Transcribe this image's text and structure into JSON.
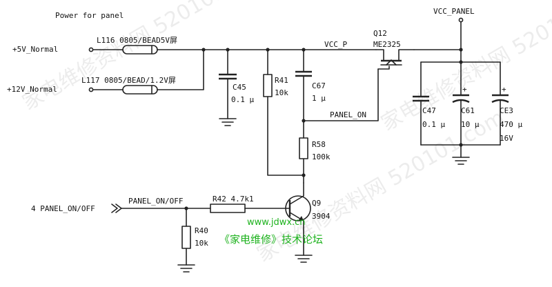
{
  "title": "Power for panel",
  "nets": {
    "vcc_panel": "VCC_PANEL",
    "vcc_p": "VCC_P",
    "panel_on": "PANEL_ON",
    "in_5v": "+5V_Normal",
    "in_12v": "+12V_Normal",
    "panel_on_off": "PANEL_ON/OFF",
    "port": "4 PANEL_ON/OFF"
  },
  "components": {
    "l116": "L116 0805/BEAD5V屏",
    "l117": "L117 0805/BEAD/1.2V屏",
    "q12_ref": "Q12",
    "q12_part": "ME2325",
    "c45_ref": "C45",
    "c45_val": "0.1 μ",
    "r41_ref": "R41",
    "r41_val": "10k",
    "c67_ref": "C67",
    "c67_val": "1 μ",
    "r58_ref": "R58",
    "r58_val": "100k",
    "c47_ref": "C47",
    "c47_val": "0.1 μ",
    "c61_ref": "C61",
    "c61_val": "10 μ",
    "ce3_ref": "CE3",
    "ce3_val": "470 μ",
    "ce3_volt": "16V",
    "r42": "R42  4.7k1",
    "q9_ref": "Q9",
    "q9_part": "3904",
    "r40_ref": "R40",
    "r40_val": "10k"
  },
  "watermark": {
    "site": "www.jdwx.cn",
    "name": "《家电维修》技术论坛",
    "bg_text": "家电维修资料网 520101.com"
  },
  "colors": {
    "wire": "#222222",
    "watermark_green": "#1db21d"
  }
}
